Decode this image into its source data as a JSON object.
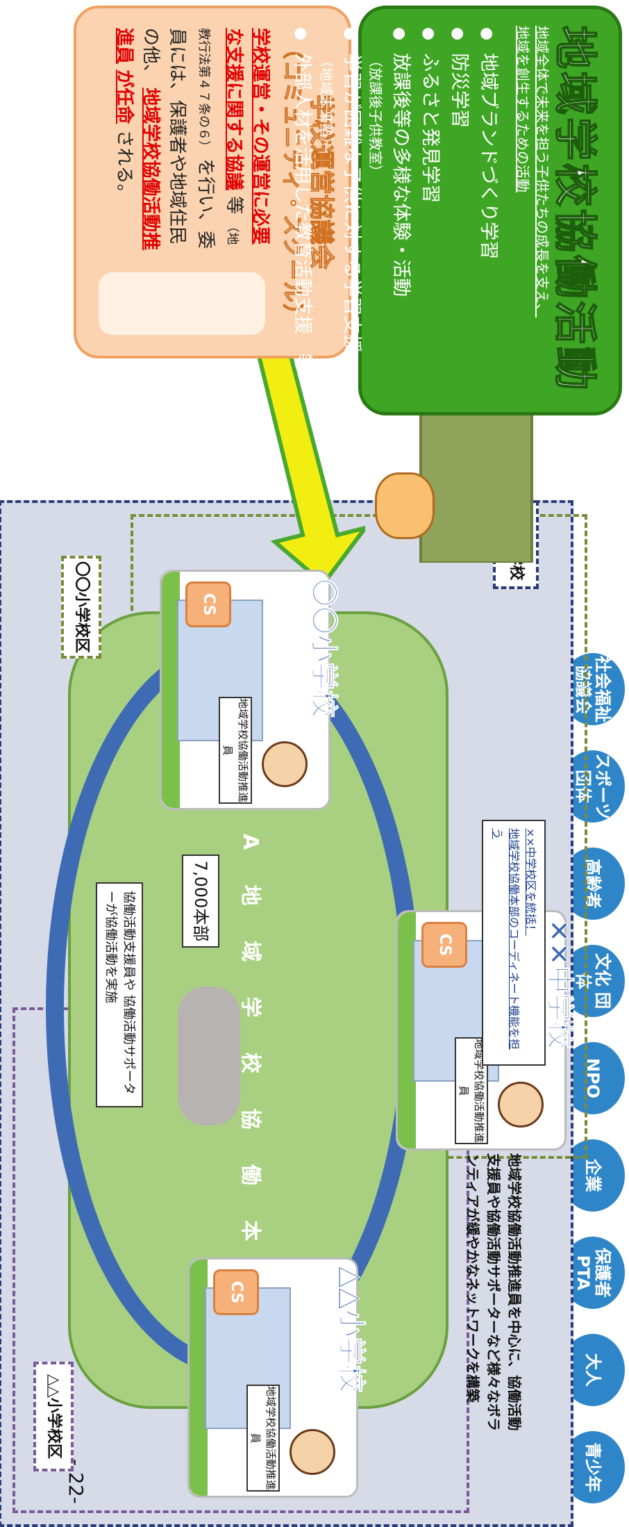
{
  "council": {
    "title": "学校運営協議会",
    "subtitle": "（コミュニティ・スクール）",
    "body_1": "学校運営・その運営に必要な支援に関する協議",
    "body_2": "等",
    "law_ref": "（地教行法第４７条の６）",
    "body_3": "を行い、委員には、保護者や地域住民の他、",
    "body_4": "地域学校協働活動推進員",
    "body_5": "が任命",
    "body_6": "される。"
  },
  "activity": {
    "title": "地域学校協働活動",
    "subtitle_1": "地域全体で未来を担う子供たちの成長を支え、",
    "subtitle_2": "地域を創生するための活動",
    "items": [
      "地域ブランドづくり学習",
      "防災学習",
      "ふるさと発見学習",
      "放課後等の多様な体験・活動",
      "（放課後子供教室）",
      "学習が困難な子供に対する学習支援",
      "（地域未来塾）",
      "外部人材を活用した教育活動支援　等"
    ]
  },
  "headquarters": {
    "label": "A 地 域 学 校 協 働 本 部",
    "count": "7,000本部",
    "support_note": "協働活動支援員や 協働活動サポーターが協働活動を実施"
  },
  "schools": {
    "oo": {
      "name": "〇〇小学校",
      "cs": "CS",
      "promoter": "地域学校協働活動推進員"
    },
    "xx": {
      "name": "××中学校",
      "cs": "CS",
      "promoter": "地域学校協働活動推進員"
    },
    "tri": {
      "name": "△△小学校",
      "cs": "CS",
      "promoter": "地域学校協働活動推進員"
    }
  },
  "zones": {
    "xx": "××中学校区",
    "oo": "〇〇小学校区",
    "tri": "△△小学校区"
  },
  "callout": {
    "line_1": "××中学校区を統括！",
    "line_2": "地域学校協働本部のコーディネート機能を担う"
  },
  "network_note": "地域学校協働活動推進員を中心に、協働活動支援員や協働活動サポーターなど様々なボランティアが緩やかなネットワークを構築",
  "stakeholders": [
    "青少年",
    "大人",
    "保護者 PTA",
    "企業",
    "NPO",
    "文化 団体",
    "高齢者",
    "スポーツ 団体",
    "社会福祉 協議会"
  ],
  "page_number": "- 22-",
  "colors": {
    "activity_green": "#3fa625",
    "council_orange": "#fbd3b0",
    "oval_blue": "#3f6bb4",
    "stakeholder_blue": "#2e86c8",
    "emphasis_red": "#e00000"
  }
}
